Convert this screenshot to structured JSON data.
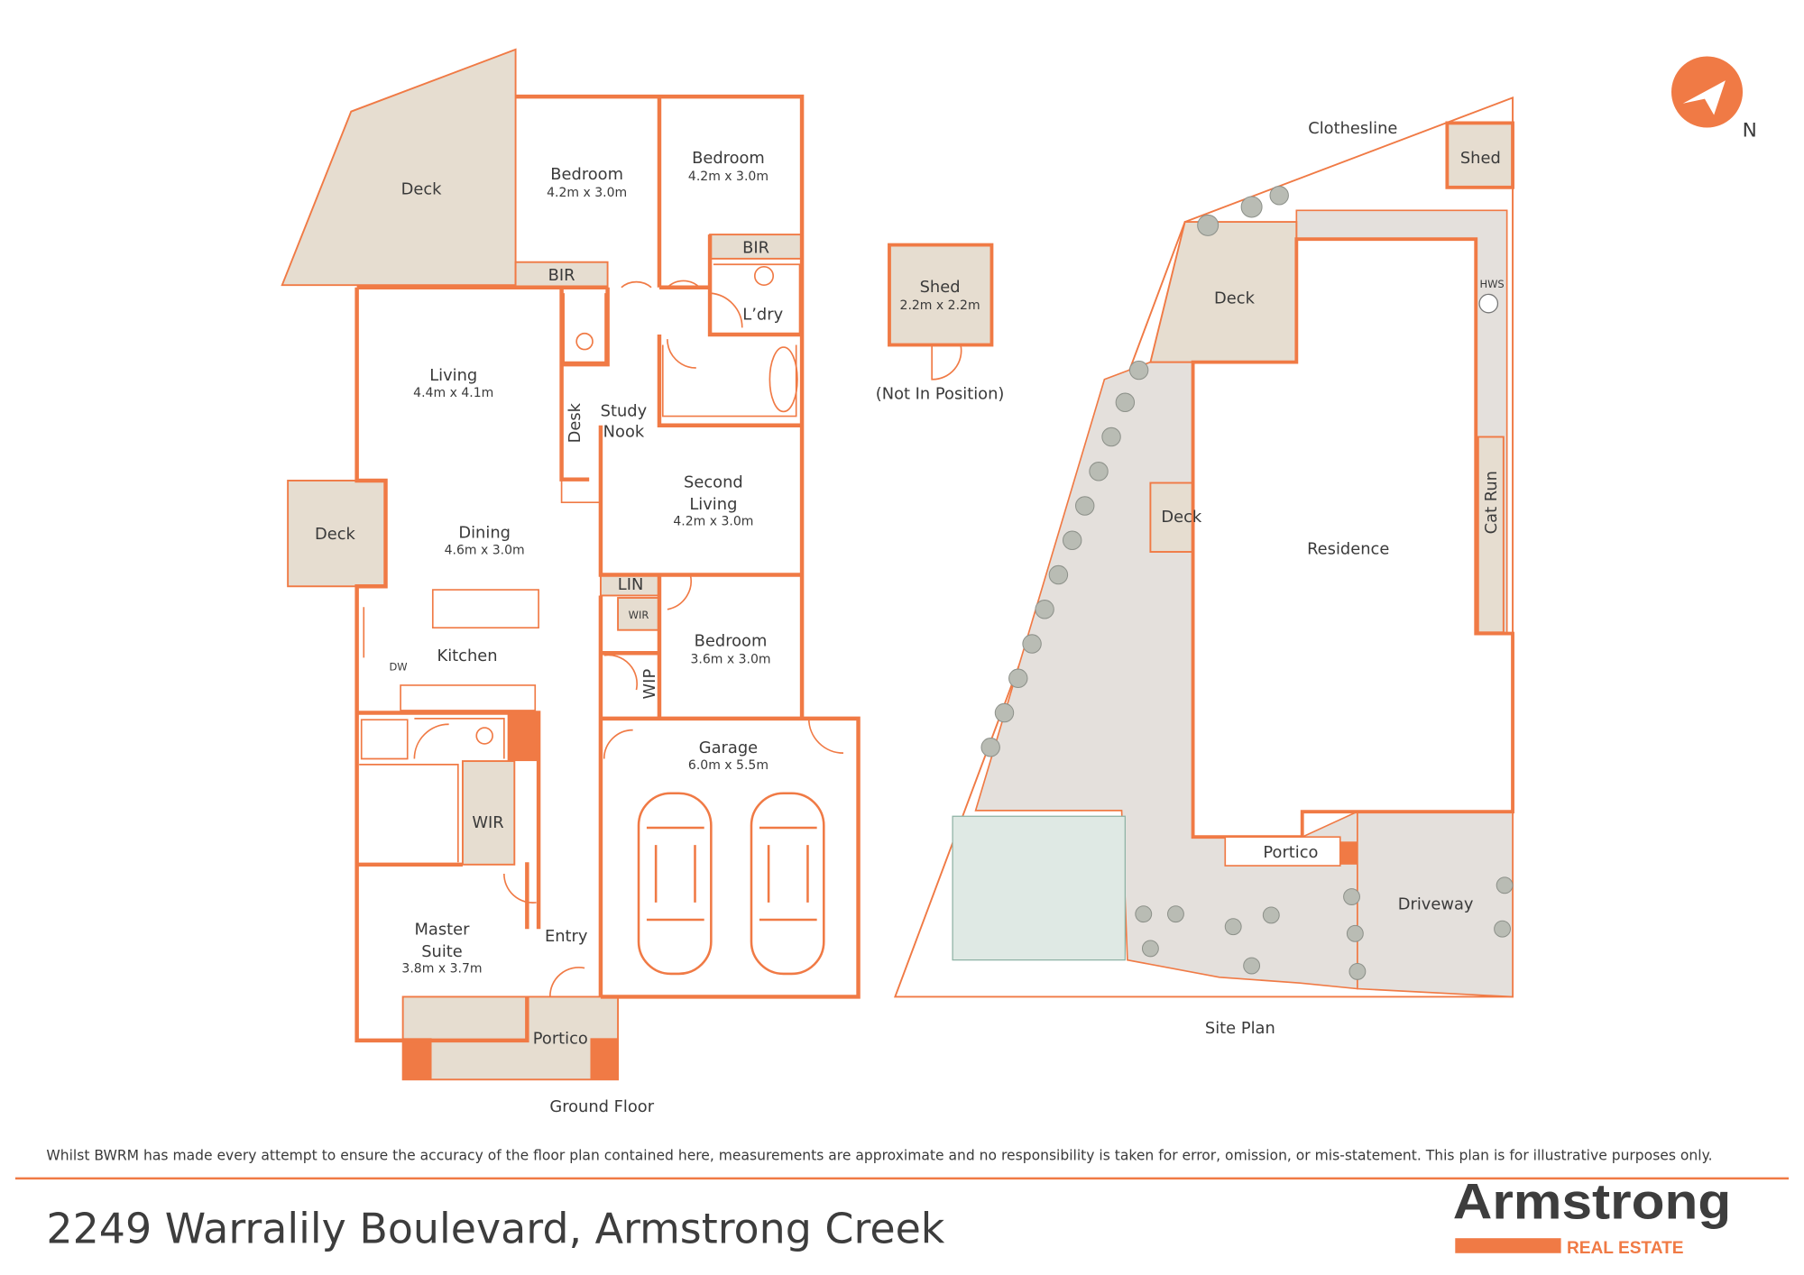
{
  "colors": {
    "accent": "#f07a45",
    "deck": "#e6ddd0",
    "site": "#e4e0dc",
    "text": "#3d3d3d"
  },
  "floor_plan": {
    "caption": "Ground Floor",
    "rooms": {
      "deck_main": {
        "name": "Deck"
      },
      "bedroom1": {
        "name": "Bedroom",
        "dim": "4.2m x 3.0m"
      },
      "bedroom2": {
        "name": "Bedroom",
        "dim": "4.2m x 3.0m"
      },
      "bir1": {
        "name": "BIR"
      },
      "bir2": {
        "name": "BIR"
      },
      "laundry": {
        "name": "L’dry"
      },
      "living": {
        "name": "Living",
        "dim": "4.4m x 4.1m"
      },
      "desk": {
        "name": "Desk"
      },
      "study_nook": {
        "name1": "Study",
        "name2": "Nook"
      },
      "second_living": {
        "name1": "Second",
        "name2": "Living",
        "dim": "4.2m x 3.0m"
      },
      "deck_side": {
        "name": "Deck"
      },
      "dining": {
        "name": "Dining",
        "dim": "4.6m x 3.0m"
      },
      "lin": {
        "name": "LIN"
      },
      "wir_small": {
        "name": "WIR"
      },
      "bedroom3": {
        "name": "Bedroom",
        "dim": "3.6m x 3.0m"
      },
      "kitchen": {
        "name": "Kitchen",
        "dw": "DW"
      },
      "wip": {
        "name": "WIP"
      },
      "garage": {
        "name": "Garage",
        "dim": "6.0m x 5.5m"
      },
      "wir_master": {
        "name": "WIR"
      },
      "master": {
        "name1": "Master",
        "name2": "Suite",
        "dim": "3.8m x 3.7m"
      },
      "entry": {
        "name": "Entry"
      },
      "portico": {
        "name": "Portico"
      }
    },
    "shed": {
      "name": "Shed",
      "dim": "2.2m x 2.2m",
      "note": "(Not In Position)"
    }
  },
  "site_plan": {
    "caption": "Site Plan",
    "labels": {
      "clothesline": "Clothesline",
      "shed": "Shed",
      "deck1": "Deck",
      "hws": "HWS",
      "deck2": "Deck",
      "residence": "Residence",
      "cat_run": "Cat Run",
      "portico": "Portico",
      "driveway": "Driveway"
    }
  },
  "compass": {
    "label": "N"
  },
  "footer": {
    "disclaimer": "Whilst BWRM  has made every attempt to ensure the accuracy of the floor plan contained here, measurements are approximate and no responsibility is taken for error, omission, or mis-statement. This plan is for illustrative purposes only.",
    "address": "2249 Warralily Boulevard, Armstrong Creek",
    "logo_main": "Armstrong",
    "logo_sub": "REAL ESTATE"
  }
}
